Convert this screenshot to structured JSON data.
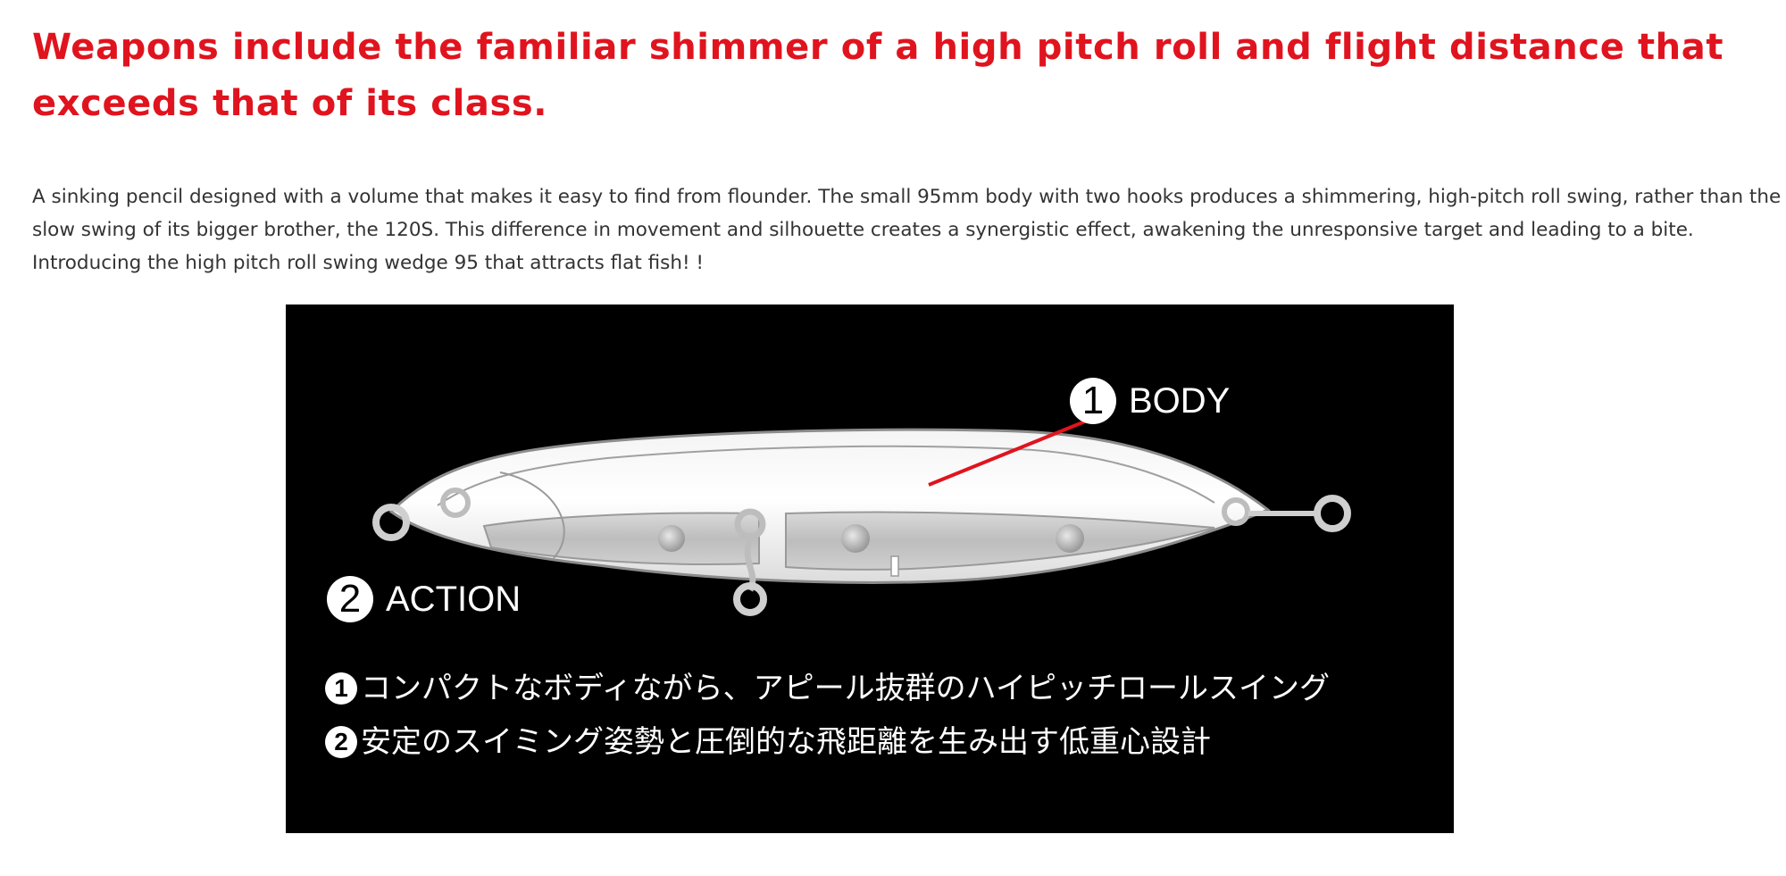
{
  "headline": "Weapons include the familiar shimmer of a high pitch roll and flight distance that exceeds that of its class.",
  "description": "A sinking pencil designed with a volume that makes it easy to find from flounder. The small 95mm body with two hooks produces a shimmering, high-pitch roll swing, rather than the slow swing of its bigger brother, the 120S. This difference in movement and silhouette creates a synergistic effect, awakening the unresponsive target and leading to a bite. Introducing the high pitch roll swing wedge 95 that attracts flat fish! !",
  "figure": {
    "callouts": [
      {
        "number": "1",
        "label": "BODY"
      },
      {
        "number": "2",
        "label": "ACTION"
      }
    ],
    "features": [
      {
        "number": "1",
        "text": "コンパクトなボディながら、アピール抜群のハイピッチロールスイング"
      },
      {
        "number": "2",
        "text": "安定のスイミング姿勢と圧倒的な飛距離を生み出す低重心設計"
      }
    ],
    "colors": {
      "background": "#000000",
      "pointer_line": "#e0141e",
      "headline": "#e0141e"
    }
  }
}
